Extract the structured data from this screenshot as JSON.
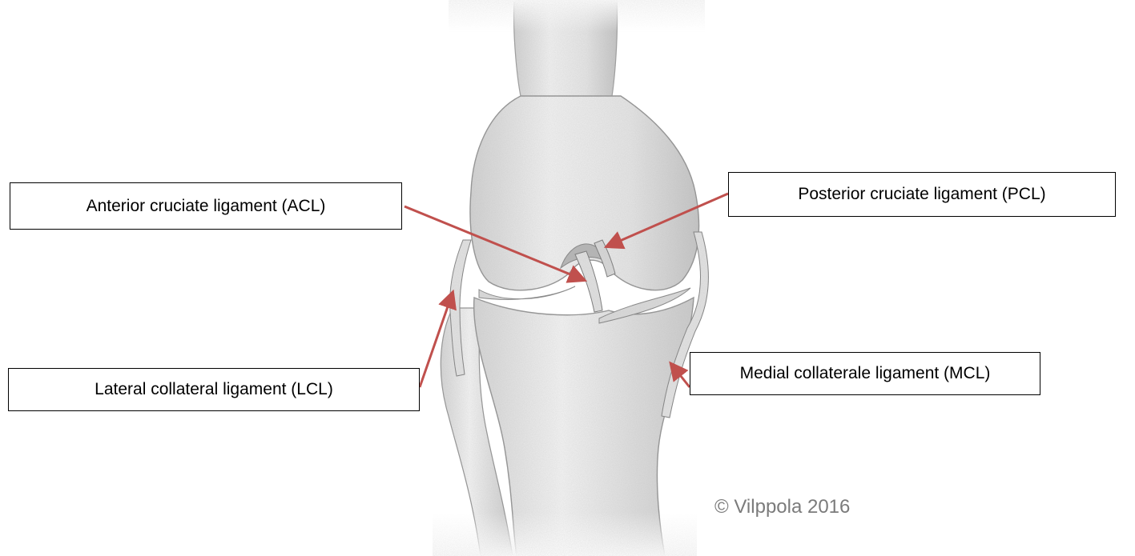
{
  "labels": {
    "acl": "Anterior cruciate ligament (ACL)",
    "pcl": "Posterior cruciate ligament (PCL)",
    "lcl": "Lateral collateral ligament (LCL)",
    "mcl": "Medial collaterale ligament (MCL)"
  },
  "copyright": "© Vilppola 2016",
  "colors": {
    "arrow": "#c0504d",
    "bone_fill": "#efefef",
    "bone_shade": "#cfcfcf",
    "pencil": "#8a8a8a",
    "label_border": "#000000"
  },
  "icons": [
    "knee-joint-illustration",
    "arrow-icon"
  ]
}
